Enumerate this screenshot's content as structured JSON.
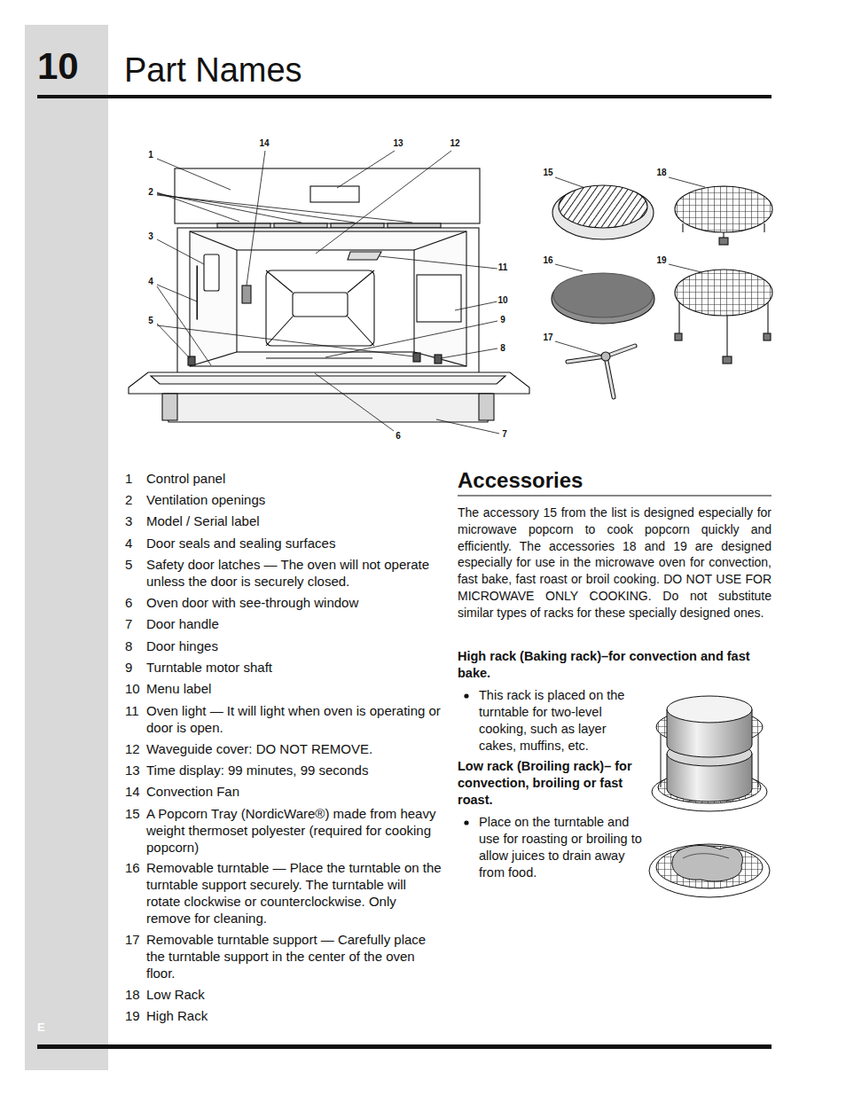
{
  "diagram": {
    "title": "Part Names",
    "labels": [
      "10",
      "14",
      "13",
      "12",
      "1",
      "2",
      "3",
      "4",
      "5",
      "11",
      "10",
      "9",
      "8",
      "6",
      "7",
      "15",
      "18",
      "16",
      "19",
      "17",
      "1",
      "Control panel",
      "2",
      "Ventilation openings",
      "3",
      "Model / Serial label",
      "4",
      "Door seals and sealing surfaces",
      "5",
      "Safety door latches — The oven will not operate unless the door is securely closed.",
      "6",
      "Oven door with see-through window",
      "7",
      "Door handle",
      "8",
      "Door hinges",
      "9",
      "Turntable motor shaft",
      "10",
      "Menu label",
      "11",
      "Oven light — It will light when oven is operating or door is open.",
      "12",
      "Waveguide cover: DO NOT REMOVE.",
      "13",
      "Time display: 99 minutes, 99 seconds",
      "14",
      "Convection Fan",
      "15",
      "A Popcorn Tray (NordicWare®) made from heavy weight thermoset polyester (required for cooking popcorn)",
      "16",
      "Removable turntable — Place the turntable on the turntable support securely. The turntable will rotate clockwise or counterclockwise. Only remove for cleaning.",
      "17",
      "Removable turntable support — Carefully place the turntable support in the center of the oven floor.",
      "18",
      "Low Rack",
      "19",
      "High Rack",
      "Accessories",
      "The accessory 15 from the list is designed especially for microwave popcorn to cook popcorn quickly and efficiently. The accessories 18 and 19 are designed especially for use in the microwave oven for convection, fast bake, fast roast or broil cooking. DO NOT USE FOR MICROWAVE ONLY COOKING. Do not substitute similar types of racks for these specially designed ones.",
      "High rack (Baking rack)–for convection and fast bake.",
      "This rack is placed on the turntable for two-level cooking, such as layer cakes, muffins, etc.",
      "Low rack (Broiling rack)– for convection, broiling or fast roast.",
      "Place on the turntable and use for roasting or broiling to allow juices to drain away from food.",
      "E"
    ]
  }
}
